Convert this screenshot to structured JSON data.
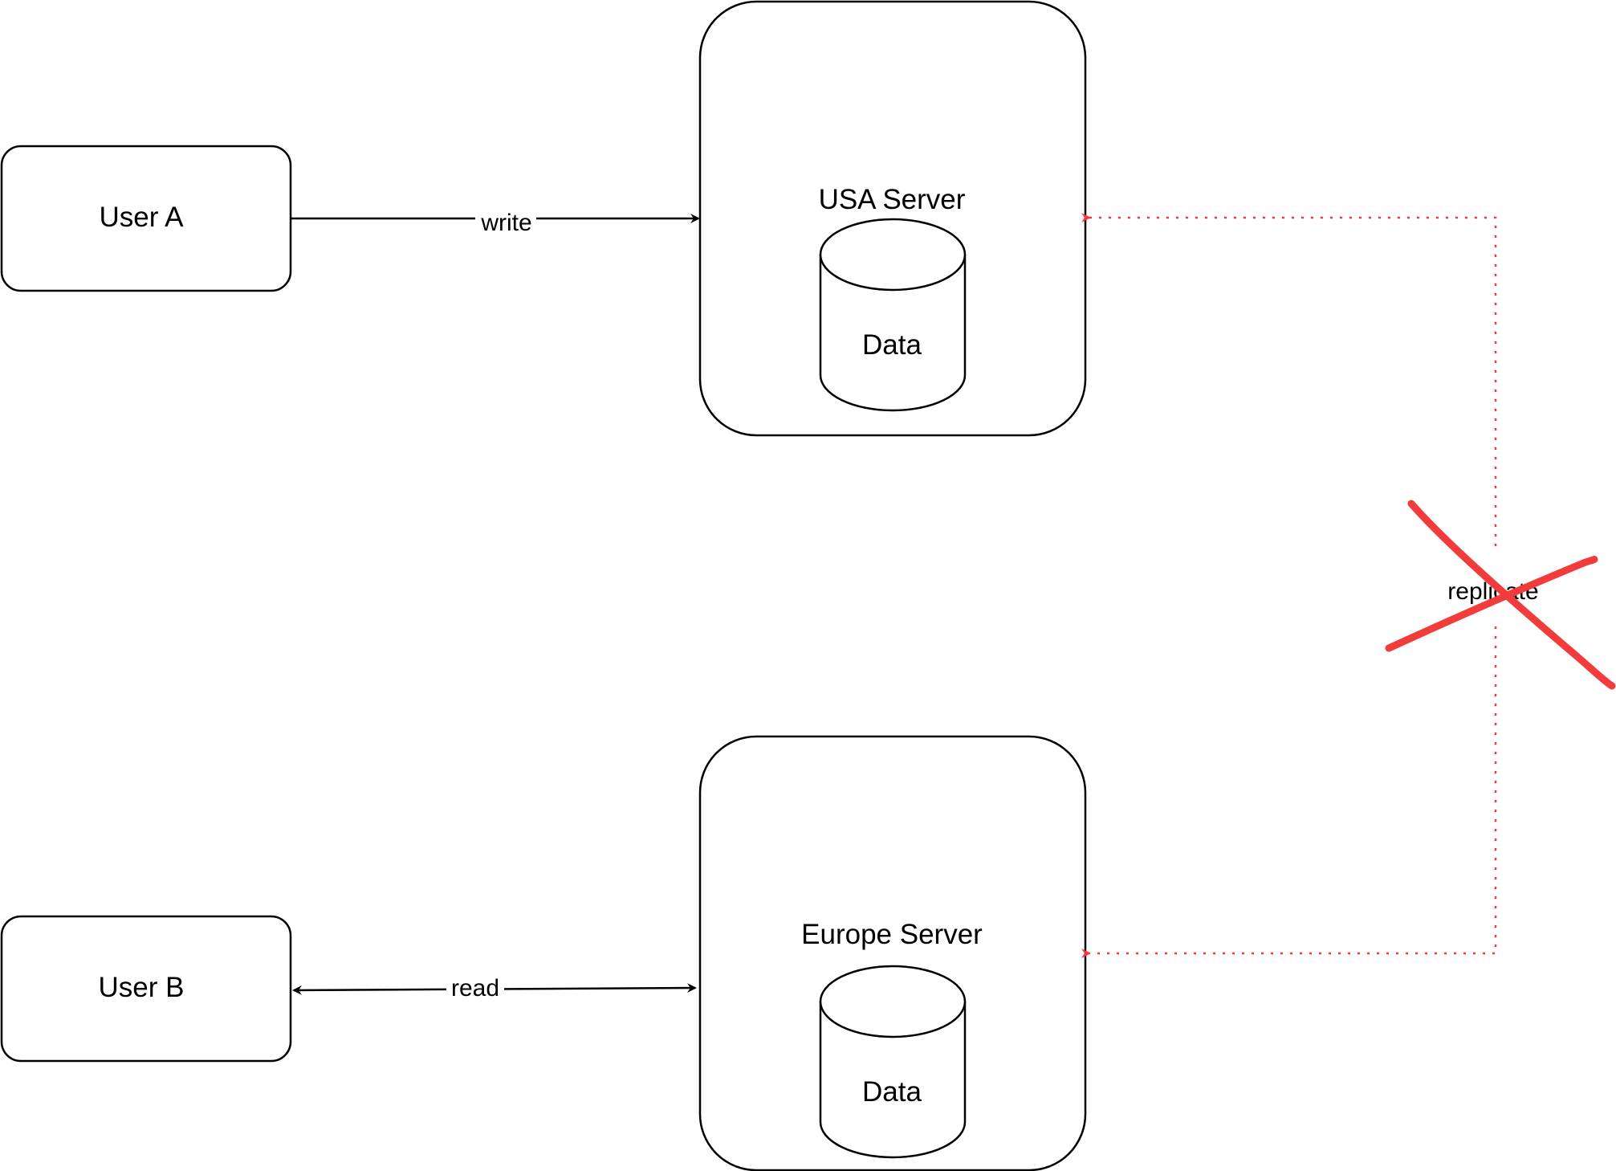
{
  "nodes": {
    "user_a": {
      "label": "User A"
    },
    "user_b": {
      "label": "User B"
    },
    "usa_server": {
      "label": "USA Server",
      "database": "Data"
    },
    "europe_server": {
      "label": "Europe Server",
      "database": "Data"
    }
  },
  "edges": {
    "write": {
      "label": "write"
    },
    "read": {
      "label": "read"
    },
    "replicate": {
      "label": "replicate",
      "status": "crossed-out"
    }
  },
  "colors": {
    "stroke": "#000000",
    "replication": "#ff3333",
    "cross_mark": "#f23c3c"
  }
}
